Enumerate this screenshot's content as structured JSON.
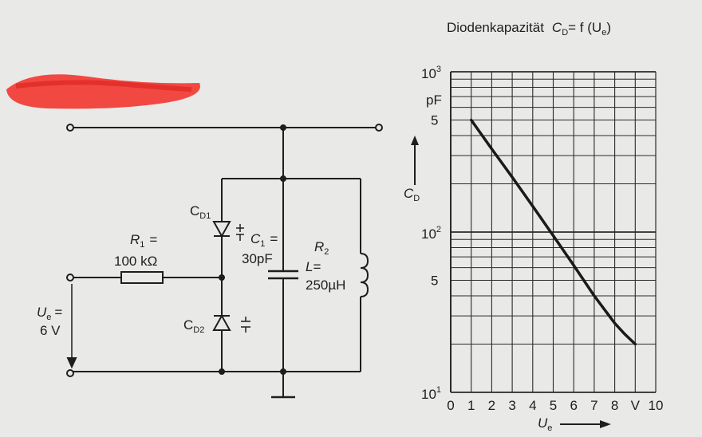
{
  "circuit": {
    "labels": {
      "cd1": "C",
      "cd1_sub": "D1",
      "cd2": "C",
      "cd2_sub": "D2",
      "r1_sym": "R",
      "r1_sub": "1",
      "r1_eq": "=",
      "r1_val": "100 kΩ",
      "c1_sym": "C",
      "c1_sub": "1",
      "c1_eq": "=",
      "c1_val": "30pF",
      "r2_sym": "R",
      "r2_sub": "2",
      "l_sym": "L",
      "l_eq": "=",
      "l_val": "250µH",
      "ue_sym": "U",
      "ue_sub": "e",
      "ue_eq": "=",
      "ue_val": "6 V"
    }
  },
  "chart_data": {
    "type": "line",
    "title_text": "Diodenkapazität",
    "title_formula_pre": "C",
    "title_formula_sub": "D",
    "title_formula_mid": "= f (U",
    "title_formula_sub2": "e",
    "title_formula_post": ")",
    "ylabel": "C",
    "ylabel_sub": "D",
    "xlabel": "U",
    "xlabel_sub": "e",
    "y_scale": "log",
    "ylim": [
      10,
      1000
    ],
    "xlim": [
      0,
      10
    ],
    "grid": true,
    "y_tick_labels": [
      {
        "value": 1000,
        "base": "10",
        "exp": "3"
      },
      {
        "value": 100,
        "base": "10",
        "exp": "2"
      },
      {
        "value": 10,
        "base": "10",
        "exp": "1"
      }
    ],
    "y_minor_labels": [
      {
        "value": 500,
        "text": "5"
      },
      {
        "value": 50,
        "text": "5"
      }
    ],
    "y_unit": "pF",
    "x_ticks": [
      "0",
      "1",
      "2",
      "3",
      "4",
      "5",
      "6",
      "7",
      "8",
      "V",
      "10"
    ],
    "series": [
      {
        "x": [
          1,
          2,
          3,
          4,
          5,
          6,
          7,
          8,
          8.5,
          9
        ],
        "y": [
          500,
          330,
          220,
          145,
          95,
          62,
          40,
          27,
          23,
          20
        ]
      }
    ]
  }
}
